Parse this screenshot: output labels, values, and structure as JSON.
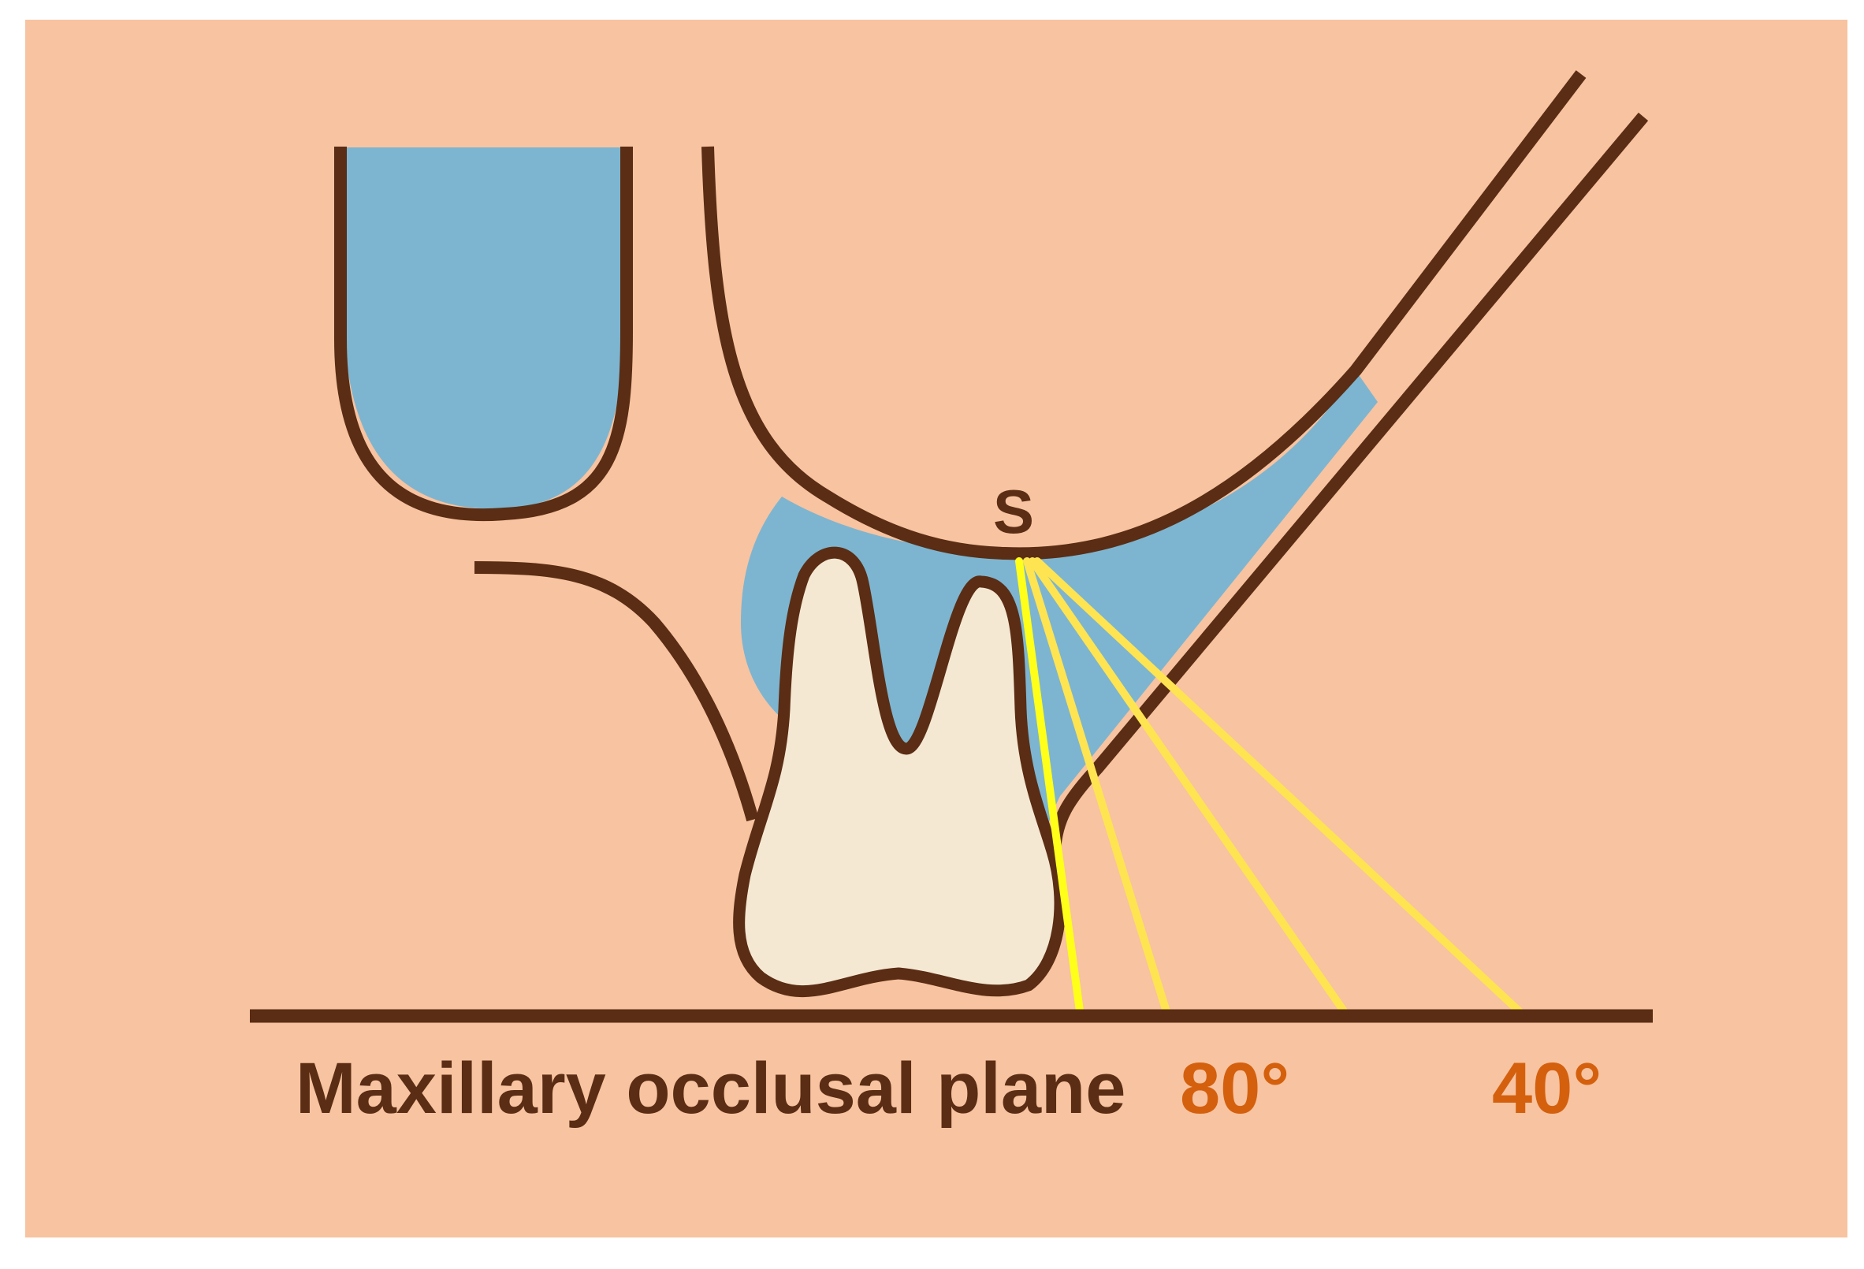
{
  "colors": {
    "background": "#f8c3a0",
    "frame": "#ffffff",
    "outline": "#5a2d14",
    "sinus_fill": "#7db5d0",
    "tooth_fill": "#f5e8d3",
    "ray_bright": "#ffff1a",
    "ray_soft": "#ffe452",
    "angle_label": "#d4600e",
    "plane_label": "#5a2d14"
  },
  "labels": {
    "point_s": "S",
    "plane": "Maxillary occlusal plane",
    "angle_80": "80°",
    "angle_40": "40°"
  },
  "icons": {
    "tooth": "maxillary-molar-icon",
    "sinus": "maxillary-sinus-icon"
  }
}
